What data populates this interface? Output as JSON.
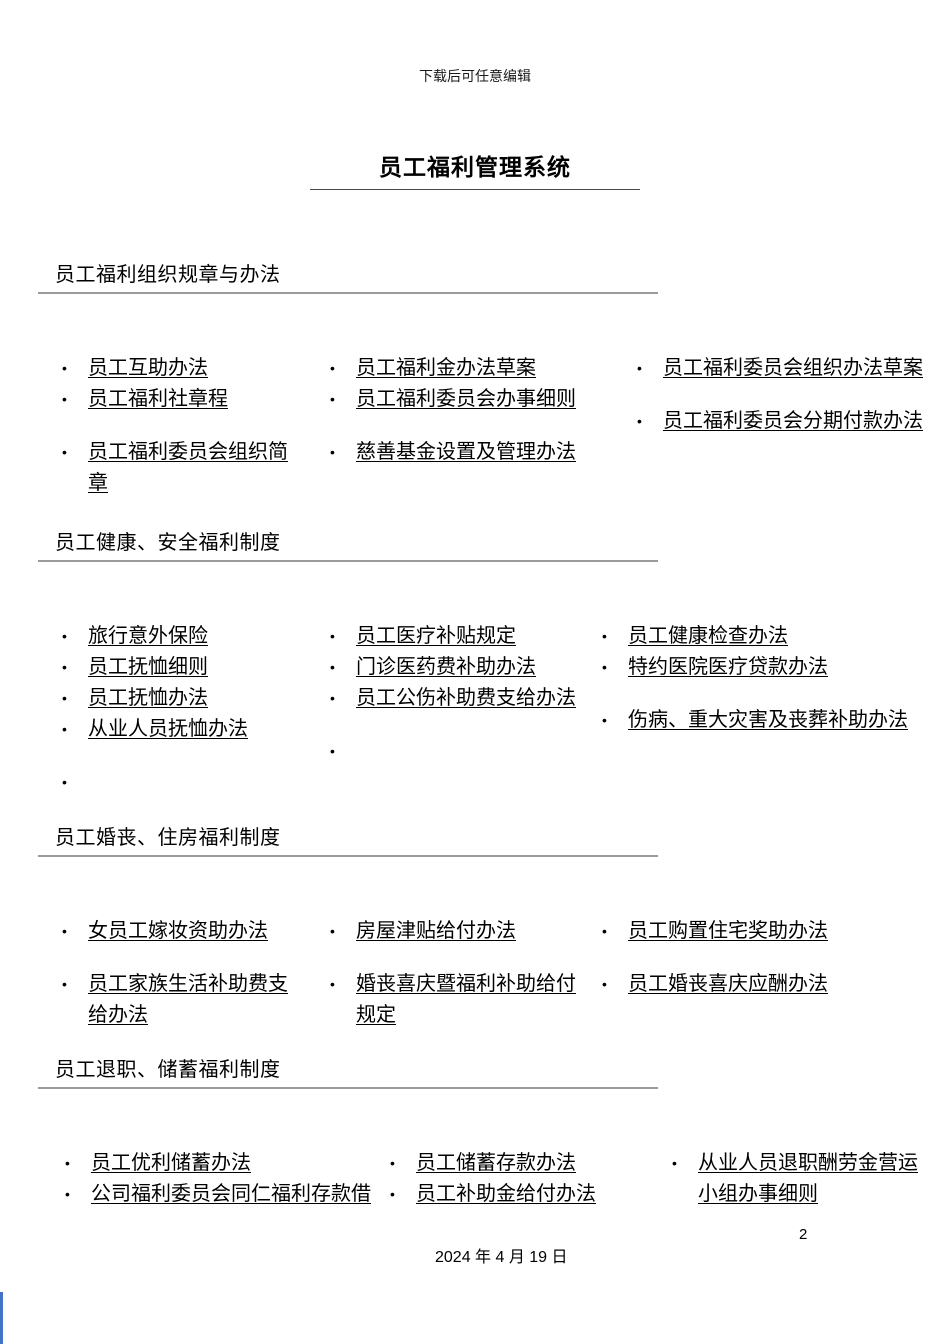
{
  "page": {
    "watermark": "下载后可任意编辑",
    "title": "员工福利管理系统",
    "footer": {
      "date": "2024 年 4 月 19 日",
      "page_number": "2"
    }
  },
  "glyphs": {
    "bullet": "•"
  },
  "colors": {
    "section_rule": "#9b9b9b",
    "title_rule": "#4a4a4a",
    "corner_accent": "#4472c4"
  },
  "sections": [
    {
      "heading": "员工福利组织规章与办法",
      "columns": [
        {
          "items": [
            "员工互助办法",
            "员工福利社章程",
            "员工福利委员会组织简章"
          ]
        },
        {
          "items": [
            "员工福利金办法草案",
            "员工福利委员会办事细则",
            "慈善基金设置及管理办法"
          ]
        },
        {
          "items": [
            "员工福利委员会组织办法草案",
            "员工福利委员会分期付款办法"
          ]
        }
      ]
    },
    {
      "heading": "员工健康、安全福利制度",
      "columns": [
        {
          "items": [
            "旅行意外保险",
            "员工抚恤细则",
            "员工抚恤办法",
            "从业人员抚恤办法",
            ""
          ]
        },
        {
          "items": [
            "员工医疗补贴规定",
            "门诊医药费补助办法",
            "员工公伤补助费支给办法",
            ""
          ]
        },
        {
          "items": [
            "员工健康检查办法",
            "特约医院医疗贷款办法",
            "伤病、重大灾害及丧葬补助办法"
          ]
        }
      ]
    },
    {
      "heading": "员工婚丧、住房福利制度",
      "columns": [
        {
          "items": [
            "女员工嫁妆资助办法",
            "员工家族生活补助费支给办法"
          ]
        },
        {
          "items": [
            "房屋津贴给付办法",
            "婚丧喜庆暨福利补助给付规定"
          ]
        },
        {
          "items": [
            "员工购置住宅奖助办法",
            "员工婚丧喜庆应酬办法"
          ]
        }
      ]
    },
    {
      "heading": "员工退职、储蓄福利制度",
      "columns": [
        {
          "items": [
            "员工优利储蓄办法",
            "公司福利委员会同仁福利存款借"
          ]
        },
        {
          "items": [
            "员工储蓄存款办法",
            "员工补助金给付办法"
          ]
        },
        {
          "items": [
            "从业人员退职酬劳金营运小组办事细则"
          ]
        }
      ]
    }
  ]
}
